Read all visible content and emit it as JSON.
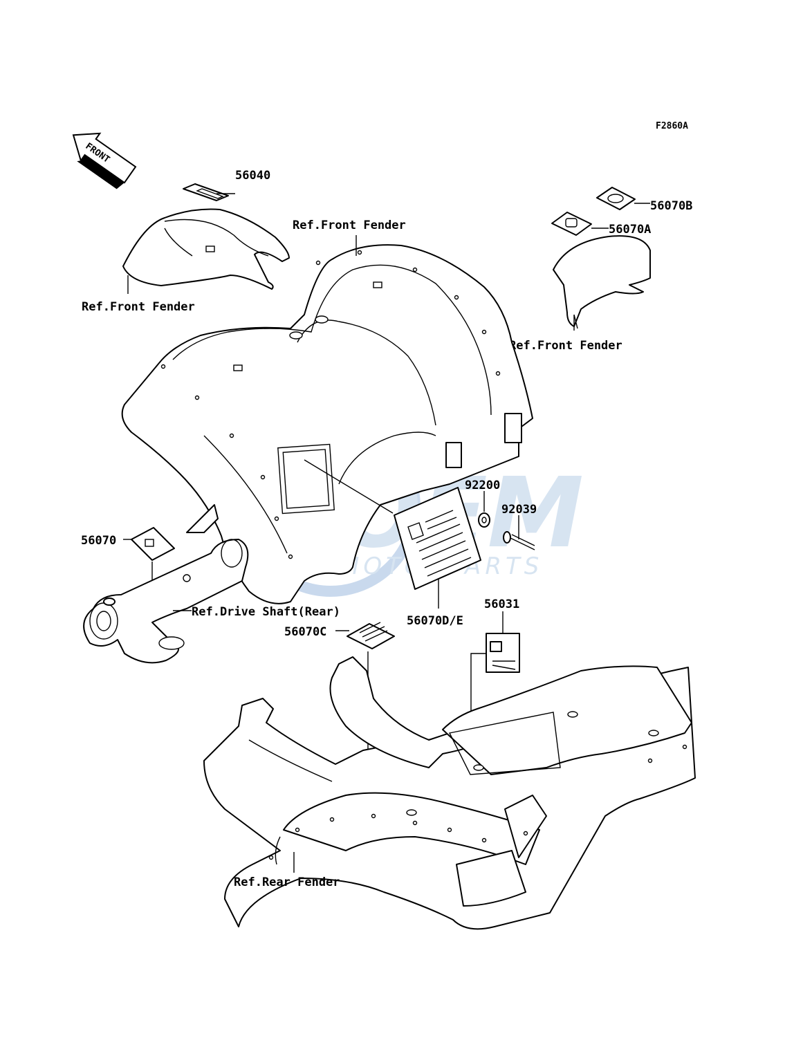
{
  "diagram_code": "F2860A",
  "front_arrow_label": "FRONT",
  "watermark": {
    "brand": "OEM",
    "sub": "MOTORPARTS",
    "color": "#9dbbe0"
  },
  "labels": {
    "p56040": "56040",
    "p56070b": "56070B",
    "p56070a": "56070A",
    "ref_front_fender_top": "Ref.Front Fender",
    "ref_front_fender_left": "Ref.Front Fender",
    "ref_front_fender_right": "Ref.Front Fender",
    "p92200": "92200",
    "p92039": "92039",
    "p56070": "56070",
    "ref_drive_shaft_rear": "Ref.Drive Shaft(Rear)",
    "p56070de": "56070D/E",
    "p56031": "56031",
    "p56070c": "56070C",
    "ref_rear_fender": "Ref.Rear Fender"
  }
}
